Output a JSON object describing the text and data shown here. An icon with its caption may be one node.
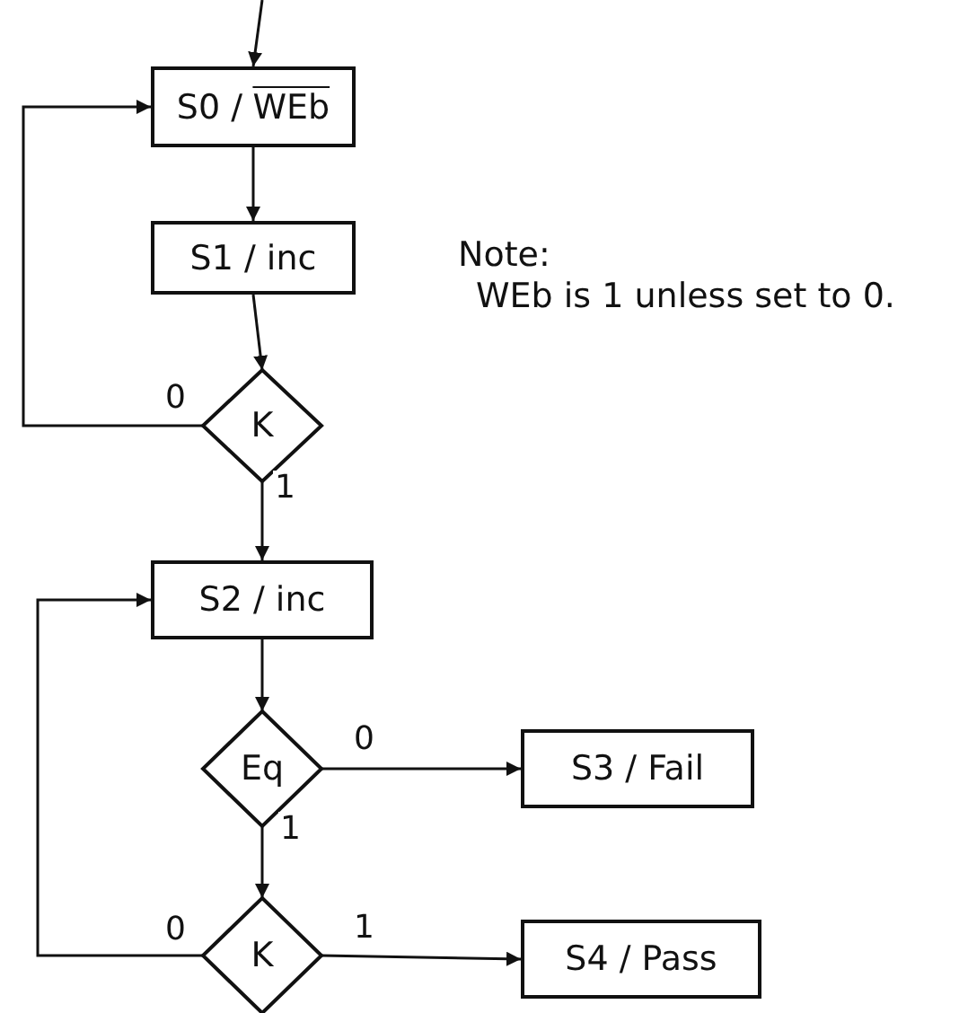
{
  "diagram": {
    "nodes": [
      {
        "text": [
          "S0 /",
          "WEb"
        ]
      },
      {
        "text": [
          "S1 / inc"
        ]
      },
      {
        "text": [
          "K"
        ]
      },
      {
        "text": [
          "S2 / inc"
        ]
      },
      {
        "text": [
          "Eq"
        ]
      },
      {
        "text": [
          "S3 / Fail"
        ]
      },
      {
        "text": [
          "K"
        ]
      },
      {
        "text": [
          "S4 / Pass"
        ]
      }
    ],
    "edges": [
      {
        "from": null,
        "to": 0,
        "arrow": "to"
      },
      {
        "from": 0,
        "to": 1,
        "arrow": "to"
      },
      {
        "from": 1,
        "to": 2,
        "arrow": "to"
      },
      {
        "from": 2,
        "to": 0,
        "label": "0",
        "arrow": "to"
      },
      {
        "from": 2,
        "to": 3,
        "label": "1",
        "arrow": "to"
      },
      {
        "from": 3,
        "to": 4,
        "arrow": "to"
      },
      {
        "from": 4,
        "to": 5,
        "label": "0",
        "arrow": "to"
      },
      {
        "from": 4,
        "to": 6,
        "label": "1",
        "arrow": "to"
      },
      {
        "from": 6,
        "to": 3,
        "label": "0",
        "arrow": "to"
      },
      {
        "from": 6,
        "to": 7,
        "label": "1",
        "arrow": "to"
      }
    ],
    "labels": [
      "Note:",
      "WEb is 1 unless set to 0."
    ]
  }
}
